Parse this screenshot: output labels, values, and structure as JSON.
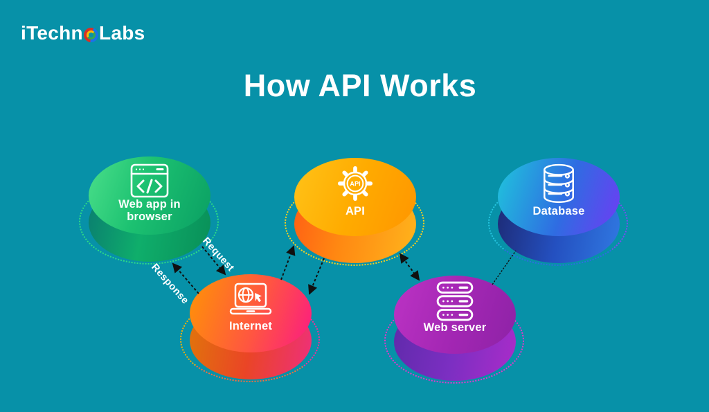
{
  "background_color": "#0791a8",
  "logo": {
    "text_before_o": "iTechn",
    "text_after_o": "Labs",
    "o_ring_colors": [
      "#d93025",
      "#1a73e8",
      "#34a853",
      "#fbbc04"
    ]
  },
  "title": "How API Works",
  "nodes": {
    "webapp": {
      "label": "Web app in browser",
      "icon": "browser-code-icon",
      "top_colors": [
        "#4adf8a",
        "#0a9f63"
      ],
      "side_colors": [
        "#0a7d70",
        "#098f58"
      ],
      "ring_color": "#2edd85"
    },
    "api": {
      "label": "API",
      "icon": "api-gear-icon",
      "gear_text": "API",
      "top_colors": [
        "#ffc318",
        "#ff9500"
      ],
      "side_colors": [
        "#ff5f14",
        "#ffb41c"
      ],
      "ring_color": "#ffd21c"
    },
    "database": {
      "label": "Database",
      "icon": "database-icon",
      "top_colors": [
        "#1fc6dc",
        "#6f3bf4"
      ],
      "side_colors": [
        "#1d2a74",
        "#3079e2"
      ],
      "ring_color": "#25c5e0"
    },
    "internet": {
      "label": "Internet",
      "icon": "laptop-globe-icon",
      "top_colors": [
        "#ff9405",
        "#fb1a84"
      ],
      "side_colors": [
        "#e0760a",
        "#ee2f7c"
      ],
      "ring_color": "#ffb300"
    },
    "webserver": {
      "label": "Web server",
      "icon": "server-rack-icon",
      "top_colors": [
        "#bc33c4",
        "#8d22a6"
      ],
      "side_colors": [
        "#5f2aaa",
        "#aa2cc9"
      ],
      "ring_color": "#e637cc"
    }
  },
  "connections": {
    "request_label": "Request",
    "response_label": "Response",
    "arrow_color": "#101010"
  }
}
